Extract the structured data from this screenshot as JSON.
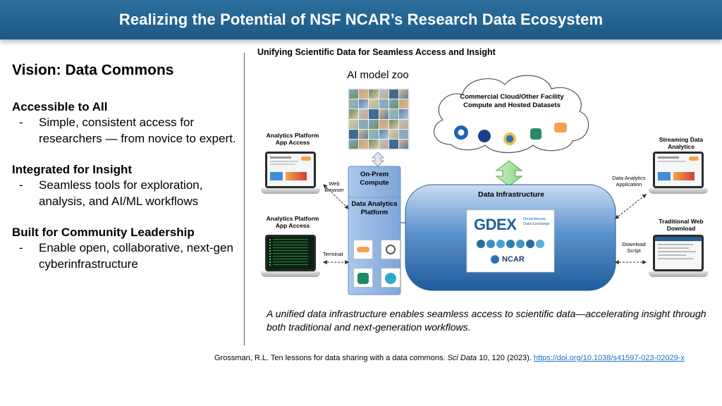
{
  "header": {
    "title": "Realizing the Potential of NSF NCAR’s Research Data Ecosystem"
  },
  "left": {
    "heading": "Vision: Data Commons",
    "sections": [
      {
        "title": "Accessible to All",
        "bullets": [
          "Simple, consistent access for researchers — from novice to expert."
        ]
      },
      {
        "title": "Integrated for Insight",
        "bullets": [
          "Seamless tools for exploration, analysis, and AI/ML workflows"
        ]
      },
      {
        "title": "Built for Community Leadership",
        "bullets": [
          "Enable open, collaborative, next-gen cyberinfrastructure"
        ]
      }
    ],
    "dash": "-"
  },
  "diagram": {
    "subtitle": "Unifying Scientific Data for Seamless Access and Insight",
    "ai_model_zoo": "AI model zoo",
    "cloud": "Commercial Cloud/Other Facility Compute and Hosted Datasets",
    "onprem": "On-Prem Compute",
    "dap": "Data Analytics Platform",
    "data_infra": "Data Infrastructure",
    "gdex": "GDEX",
    "gdex_sub": "Geosciences Data Exchange",
    "ncar": "NCAR",
    "analytics_platform_1": "Analytics Platform App Access",
    "analytics_platform_2": "Analytics Platform App Access",
    "web_browser": "Web Browser",
    "terminal": "Terminal",
    "streaming": "Streaming Data Analytics",
    "traditional": "Traditional Web Download",
    "daa": "Data Analytics Application",
    "download_script": "Download Script"
  },
  "caption": "A unified data infrastructure enables seamless access to scientific data—accelerating insight through both traditional and next-generation workflows.",
  "reference": {
    "text": "Grossman, R.L. Ten lessons for data sharing with a data commons. ",
    "journal": "Sci Data",
    "vol": " 10, 120 (2023). ",
    "link": "https://doi.org/10.1038/s41597-023-02029-x"
  },
  "colors": {
    "title_bar": "#1f5f8b",
    "platform_blue": "#8fb3e0",
    "infra_blue": "#2d6aa8",
    "link": "#1a73c8"
  }
}
